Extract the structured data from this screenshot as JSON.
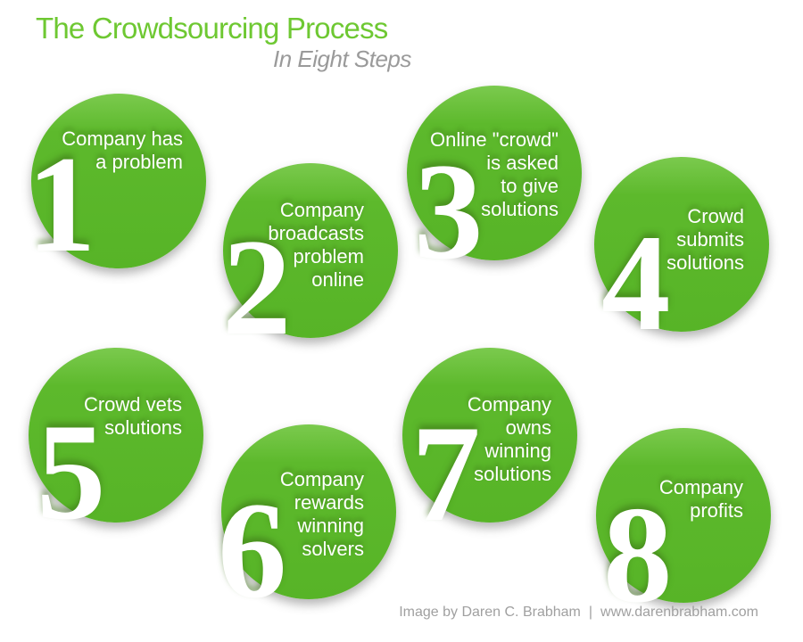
{
  "header": {
    "title": "The Crowdsourcing Process",
    "subtitle": "In Eight Steps"
  },
  "steps": [
    {
      "number": "1",
      "lines": [
        "Company has",
        "a problem"
      ]
    },
    {
      "number": "2",
      "lines": [
        "Company",
        "broadcasts",
        "problem",
        "online"
      ]
    },
    {
      "number": "3",
      "lines": [
        "Online \"crowd\"",
        "is asked",
        "to give",
        "solutions"
      ]
    },
    {
      "number": "4",
      "lines": [
        "Crowd",
        "submits",
        "solutions"
      ]
    },
    {
      "number": "5",
      "lines": [
        "Crowd vets",
        "solutions"
      ]
    },
    {
      "number": "6",
      "lines": [
        "Company",
        "rewards",
        "winning",
        "solvers"
      ]
    },
    {
      "number": "7",
      "lines": [
        "Company",
        "owns",
        "winning",
        "solutions"
      ]
    },
    {
      "number": "8",
      "lines": [
        "Company",
        "profits"
      ]
    }
  ],
  "footer": {
    "credit": "Image by Daren C. Brabham",
    "separator": "|",
    "website": "www.darenbrabham.com"
  },
  "colors": {
    "circle_green": "#5db92c",
    "circle_green_light": "#7bca4e",
    "title_green": "#6ec832",
    "muted_gray": "#9a9a9a",
    "text_white": "#ffffff"
  }
}
